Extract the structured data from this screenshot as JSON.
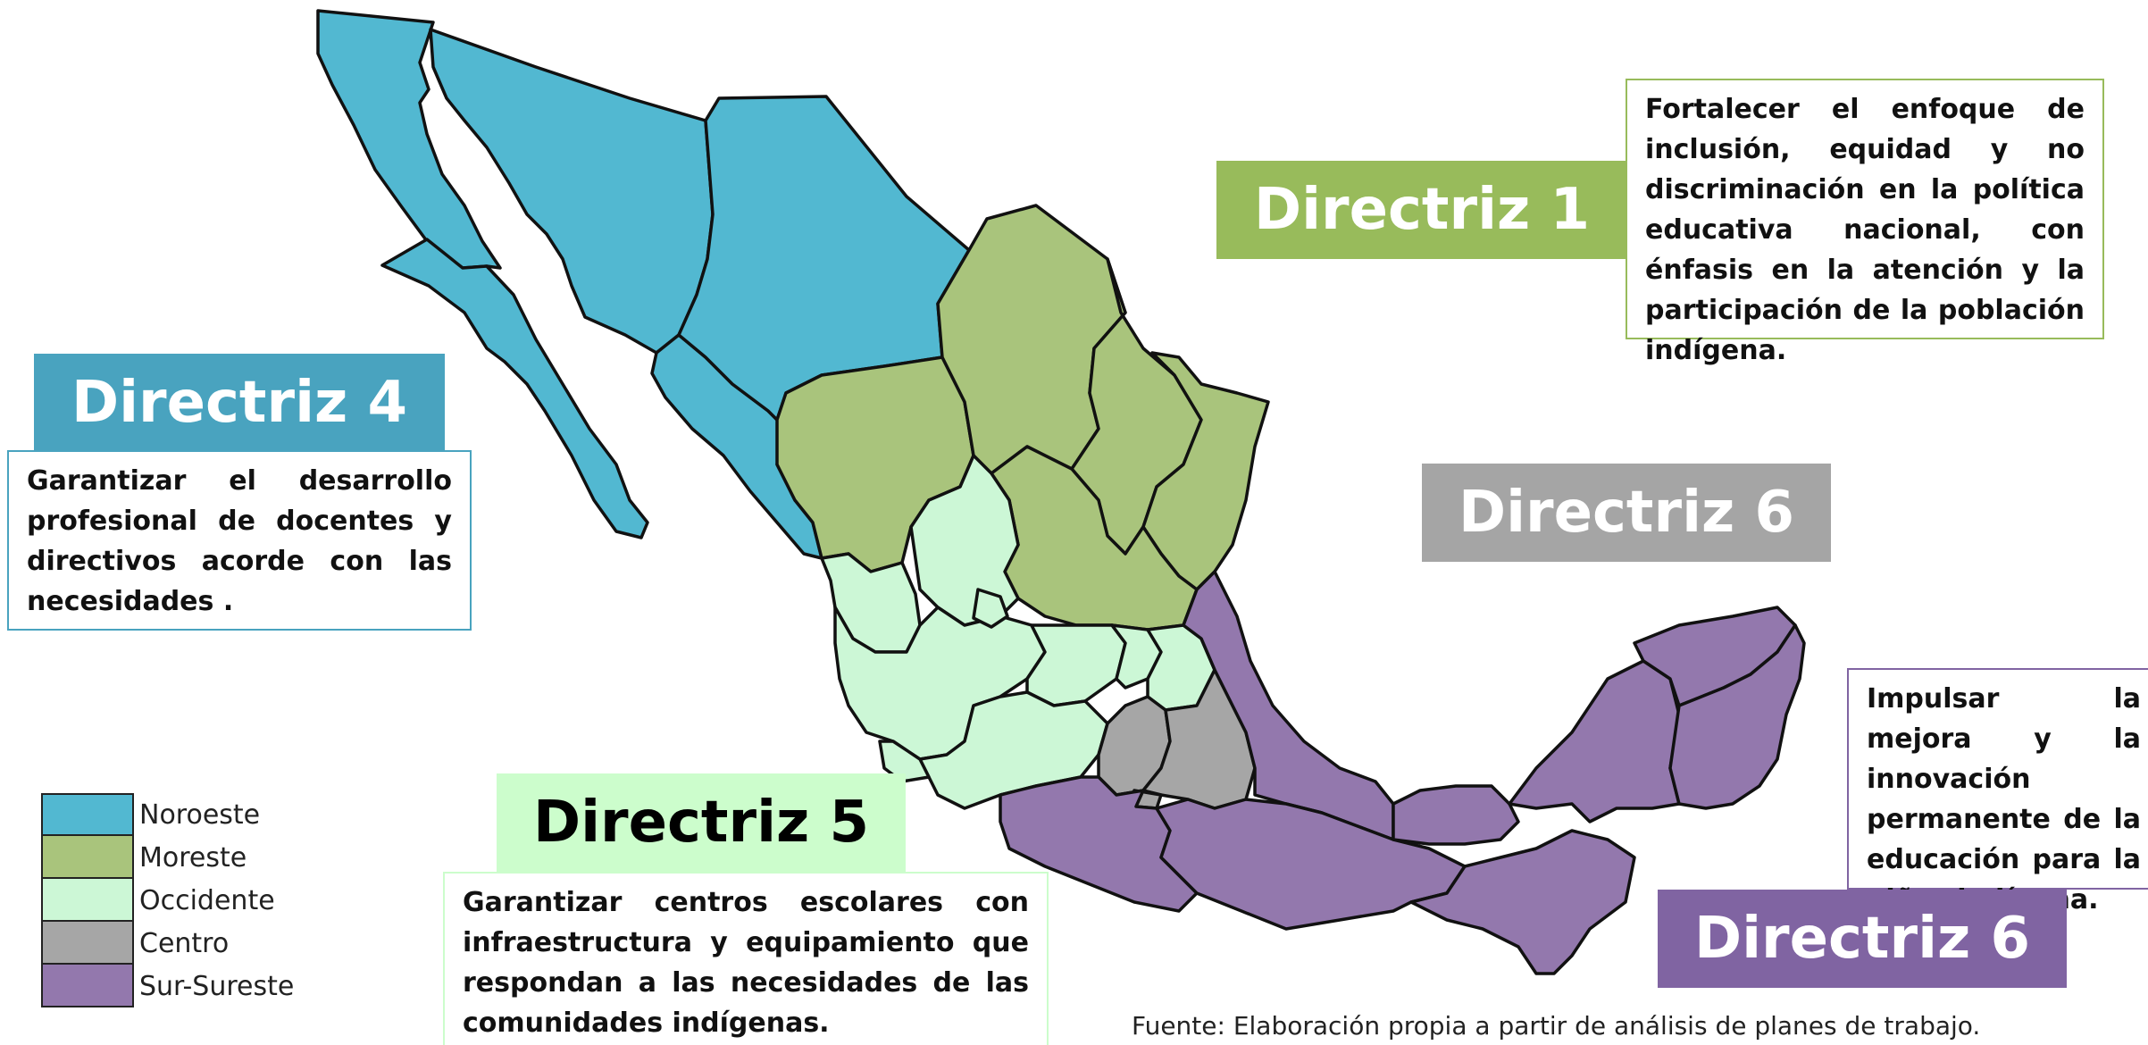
{
  "colors": {
    "noroeste": "#52b8d1",
    "moreste": "#a9c47c",
    "occidente": "#ccf7d6",
    "centro": "#a6a6a6",
    "sur_sureste": "#9378ad",
    "banner_d1": "#98bb5b",
    "banner_d4": "#49a3bf",
    "banner_d6_gray": "#a5a5a5",
    "banner_d5": "#ccfdcc",
    "banner_d6_purple": "#8064a2"
  },
  "directriz1": {
    "title": "Directriz 1",
    "text": "Fortalecer el enfoque de inclusión, equidad y no discriminación en la política educativa nacional, con énfasis en la atención y la participación de la población indígena."
  },
  "directriz4": {
    "title": "Directriz 4",
    "text": "Garantizar el desarrollo profesional de docentes y directivos acorde con las necesidades ."
  },
  "directriz6_gray": {
    "title": "Directriz 6"
  },
  "directriz5": {
    "title": "Directriz 5",
    "text": "Garantizar centros escolares con infraestructura y equipamiento que respondan a las necesidades de las comunidades indígenas."
  },
  "directriz6_purple": {
    "title": "Directriz 6",
    "text": "Impulsar la mejora y la innovación permanente de la educación para la niñez indígena."
  },
  "legend": [
    {
      "label": "Noroeste",
      "color": "#52b8d1"
    },
    {
      "label": "Moreste",
      "color": "#a9c47c"
    },
    {
      "label": "Occidente",
      "color": "#ccf7d6"
    },
    {
      "label": "Centro",
      "color": "#a6a6a6"
    },
    {
      "label": "Sur-Sureste",
      "color": "#9378ad"
    }
  ],
  "source": "Fuente: Elaboración propia a partir de análisis de planes de trabajo."
}
